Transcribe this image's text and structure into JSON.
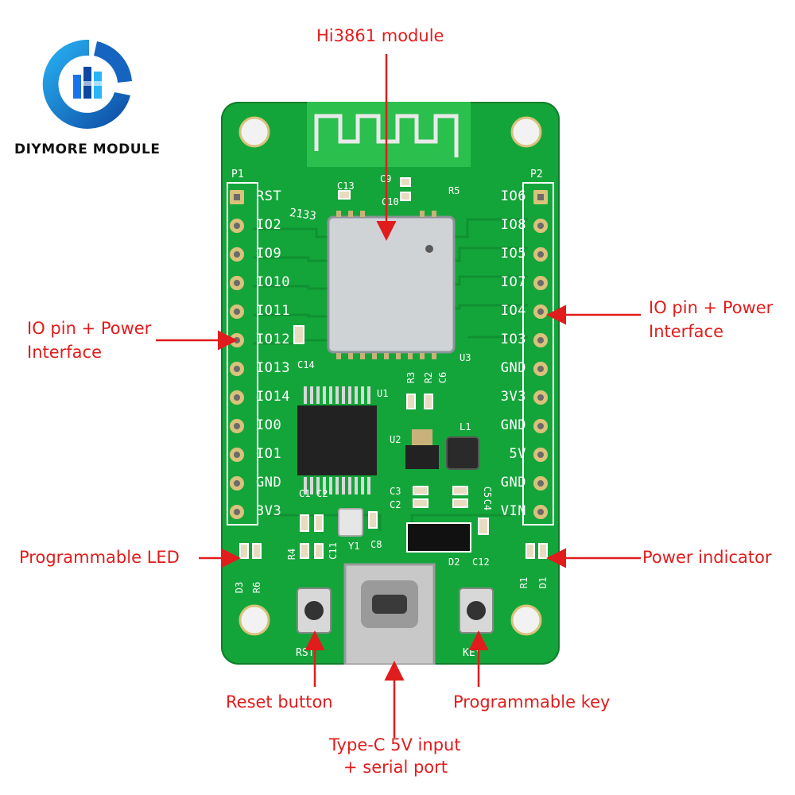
{
  "brand": {
    "name": "DIYMORE MODULE",
    "logo_colors": [
      "#1a73e8",
      "#0d47a1",
      "#29b6f6"
    ]
  },
  "colors": {
    "pcb": "#14a53a",
    "pcb_dark": "#0f7d2c",
    "callout": "#e11c1c",
    "silkscreen": "#ffffff"
  },
  "callouts": {
    "module": "Hi3861 module",
    "io_left_1": "IO pin + Power",
    "io_left_2": "Interface",
    "io_right_1": "IO pin + Power",
    "io_right_2": "Interface",
    "prog_led": "Programmable LED",
    "power_indicator": "Power indicator",
    "reset_button": "Reset button",
    "prog_key": "Programmable key",
    "typec_1": "Type-C 5V input",
    "typec_2": "+ serial port"
  },
  "board": {
    "header_left": "P1",
    "header_right": "P2",
    "left_pins": [
      "RST",
      "IO2",
      "IO9",
      "IO10",
      "IO11",
      "IO12",
      "IO13",
      "IO14",
      "IO0",
      "IO1",
      "GND",
      "3V3"
    ],
    "right_pins": [
      "IO6",
      "IO8",
      "IO5",
      "IO7",
      "IO4",
      "IO3",
      "GND",
      "3V3",
      "GND",
      "5V",
      "GND",
      "VIN"
    ],
    "rst_label": "RST",
    "key_label": "KEY",
    "date_code": "2133",
    "refdes": {
      "c13": "C13",
      "c9": "C9",
      "c10": "C10",
      "r5": "R5",
      "u3": "U3",
      "c14": "C14",
      "u1": "U1",
      "r3": "R3",
      "r2": "R2",
      "c6": "C6",
      "u2": "U2",
      "l1": "L1",
      "c1": "C1",
      "c2a": "C2",
      "c3": "C3",
      "c2b": "C2",
      "c5": "C5",
      "c4": "C4",
      "r4": "R4",
      "c11": "C11",
      "y1": "Y1",
      "c8": "C8",
      "d2": "D2",
      "c12": "C12",
      "d3": "D3",
      "r6": "R6",
      "r1": "R1",
      "d1": "D1"
    }
  }
}
